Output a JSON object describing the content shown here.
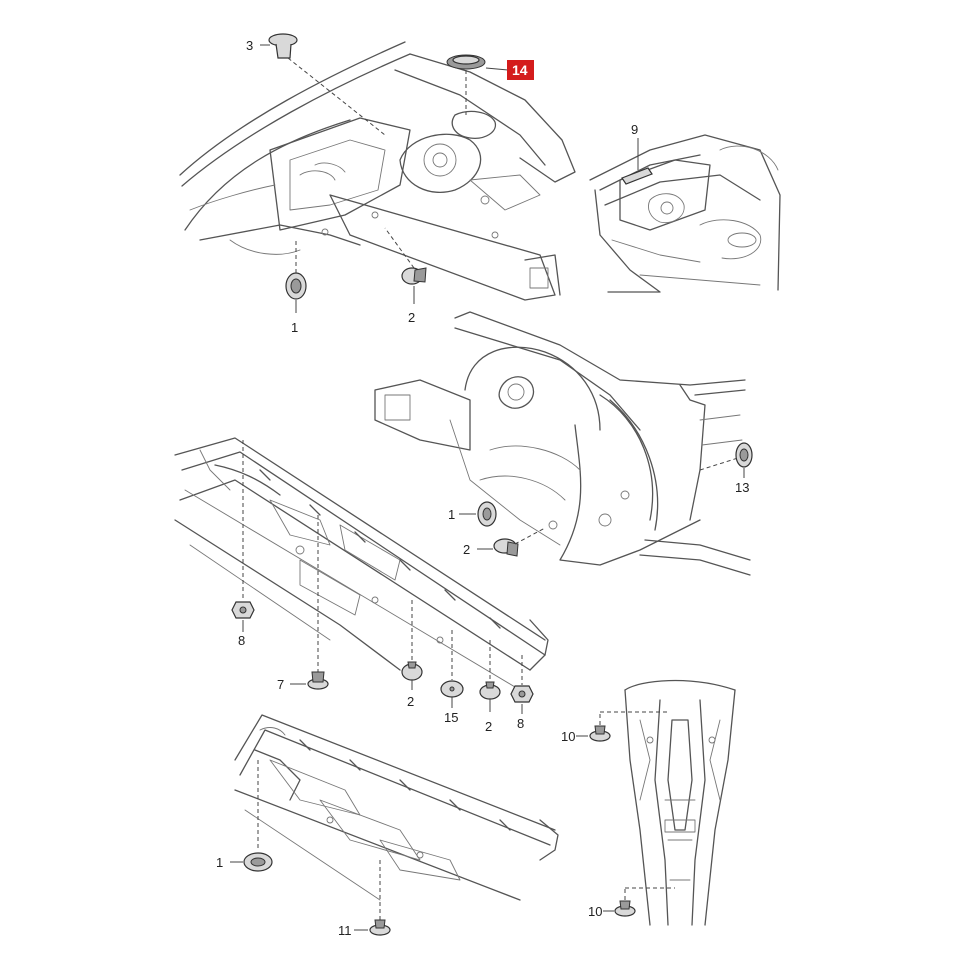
{
  "diagram": {
    "highlight_color": "#d41c1c",
    "callouts": {
      "c1a": "1",
      "c1b": "1",
      "c1c": "1",
      "c2a": "2",
      "c2b": "2",
      "c2c": "2",
      "c2d": "2",
      "c3": "3",
      "c7": "7",
      "c8a": "8",
      "c8b": "8",
      "c9": "9",
      "c10a": "10",
      "c10b": "10",
      "c11": "11",
      "c13": "13",
      "c14": "14",
      "c15": "15"
    }
  }
}
